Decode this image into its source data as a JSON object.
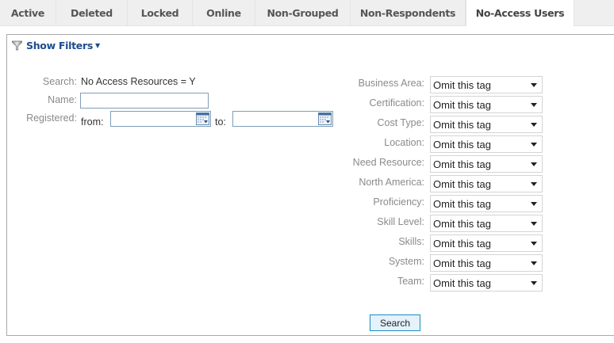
{
  "tabs": [
    {
      "label": "Active",
      "width": 71,
      "active": false
    },
    {
      "label": "Deleted",
      "width": 90,
      "active": false
    },
    {
      "label": "Locked",
      "width": 82,
      "active": false
    },
    {
      "label": "Online",
      "width": 79,
      "active": false
    },
    {
      "label": "Non-Grouped",
      "width": 120,
      "active": false
    },
    {
      "label": "Non-Respondents",
      "width": 145,
      "active": false
    },
    {
      "label": "No-Access Users",
      "width": 137,
      "active": true
    }
  ],
  "filters": {
    "toggle_label": "Show Filters",
    "toggle_icon": "funnel-icon"
  },
  "form": {
    "search_label": "Search:",
    "search_value": "No Access Resources = Y",
    "name_label": "Name:",
    "name_value": "",
    "registered_label": "Registered:",
    "from_label": "from:",
    "from_value": "",
    "to_label": "to:",
    "to_value": ""
  },
  "tags": [
    {
      "label": "Business Area:",
      "value": "Omit this tag"
    },
    {
      "label": "Certification:",
      "value": "Omit this tag"
    },
    {
      "label": "Cost Type:",
      "value": "Omit this tag"
    },
    {
      "label": "Location:",
      "value": "Omit this tag"
    },
    {
      "label": "Need Resource:",
      "value": "Omit this tag"
    },
    {
      "label": "North America:",
      "value": "Omit this tag"
    },
    {
      "label": "Proficiency:",
      "value": "Omit this tag"
    },
    {
      "label": "Skill Level:",
      "value": "Omit this tag"
    },
    {
      "label": "Skills:",
      "value": "Omit this tag"
    },
    {
      "label": "System:",
      "value": "Omit this tag"
    },
    {
      "label": "Team:",
      "value": "Omit this tag"
    }
  ],
  "search_button": {
    "label": "Search",
    "border": "#1b8cc4",
    "background": "#e5f1fb"
  },
  "colors": {
    "link": "#1c4d8c",
    "label": "#8a8a8a",
    "tab_bg": "#efefef"
  }
}
